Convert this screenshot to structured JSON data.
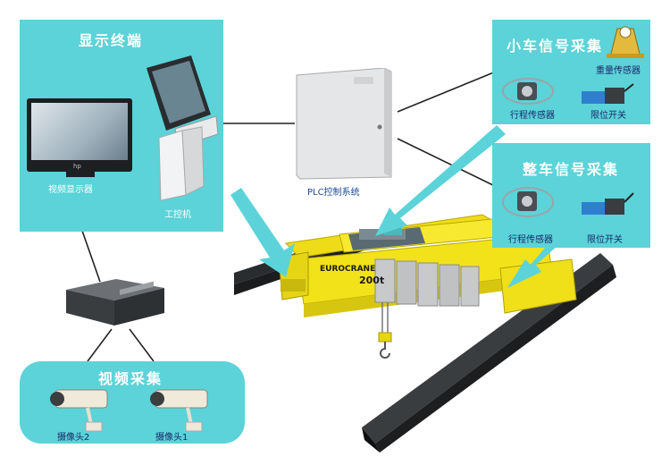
{
  "display_panel": {
    "title": "显示终端",
    "monitor_label": "视频显示器",
    "ipc_label": "工控机",
    "monitor_logo": "hp"
  },
  "plc": {
    "label": "PLC控制系统"
  },
  "trolley_panel": {
    "title": "小车信号采集",
    "weight_sensor_label": "重量传感器",
    "travel_sensor_label": "行程传感器",
    "limit_switch_label": "限位开关"
  },
  "crane_panel": {
    "title": "整车信号采集",
    "travel_sensor_label": "行程传感器",
    "limit_switch_label": "限位开关"
  },
  "video_panel": {
    "title": "视频采集",
    "camera2_label": "摄像头2",
    "camera1_label": "摄像头1"
  },
  "crane": {
    "brand": "EUROCRANE",
    "capacity": "200t"
  },
  "colors": {
    "panel": "#5bd3d8",
    "crane_yellow": "#f2e21a",
    "arrow": "#5bd3d8",
    "line": "#222222"
  }
}
